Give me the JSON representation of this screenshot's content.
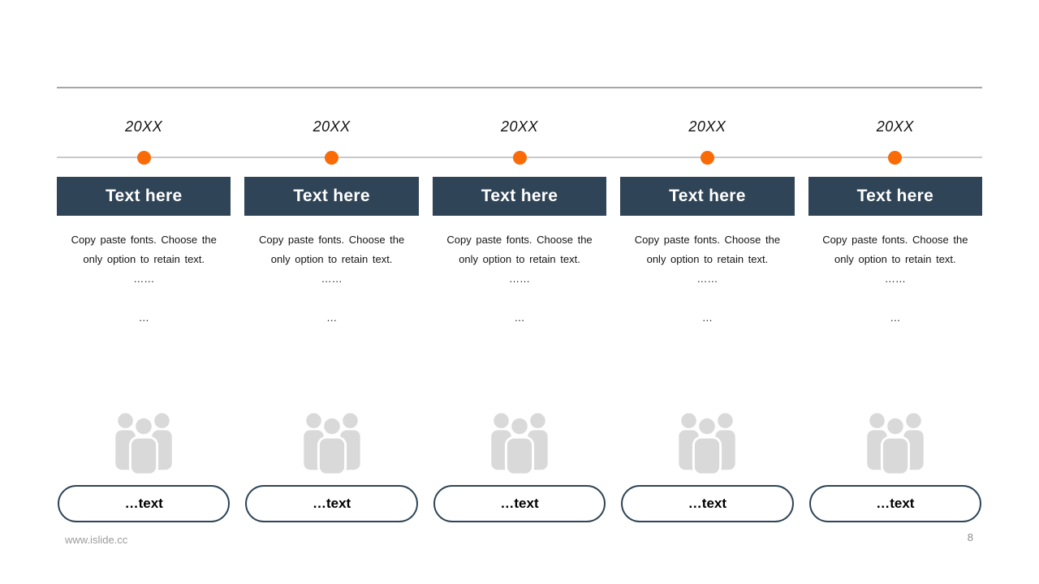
{
  "slide": {
    "footer_url": "www.islide.cc",
    "page_number": "8"
  },
  "colors": {
    "accent_navy": "#2f4456",
    "accent_orange": "#f96b07",
    "timeline_gray": "#c9c9c9",
    "divider_gray": "#a6a6a6",
    "icon_gray": "#d9d9d9"
  },
  "columns": [
    {
      "year": "20XX",
      "header": "Text here",
      "body_line1": "Copy paste fonts. Choose the",
      "body_line2": "only option to retain text.",
      "body_line3": "……",
      "body_line4": "…",
      "pill_label": "…text",
      "icon": "people-group-icon"
    },
    {
      "year": "20XX",
      "header": "Text here",
      "body_line1": "Copy paste fonts. Choose the",
      "body_line2": "only option to retain text.",
      "body_line3": "……",
      "body_line4": "…",
      "pill_label": "…text",
      "icon": "people-group-icon"
    },
    {
      "year": "20XX",
      "header": "Text here",
      "body_line1": "Copy paste fonts. Choose the",
      "body_line2": "only option to retain text.",
      "body_line3": "……",
      "body_line4": "…",
      "pill_label": "…text",
      "icon": "people-group-icon"
    },
    {
      "year": "20XX",
      "header": "Text here",
      "body_line1": "Copy paste fonts. Choose the",
      "body_line2": "only option to retain text.",
      "body_line3": "……",
      "body_line4": "…",
      "pill_label": "…text",
      "icon": "people-group-icon"
    },
    {
      "year": "20XX",
      "header": "Text here",
      "body_line1": "Copy paste fonts. Choose the",
      "body_line2": "only option to retain text.",
      "body_line3": "……",
      "body_line4": "…",
      "pill_label": "…text",
      "icon": "people-group-icon"
    }
  ]
}
